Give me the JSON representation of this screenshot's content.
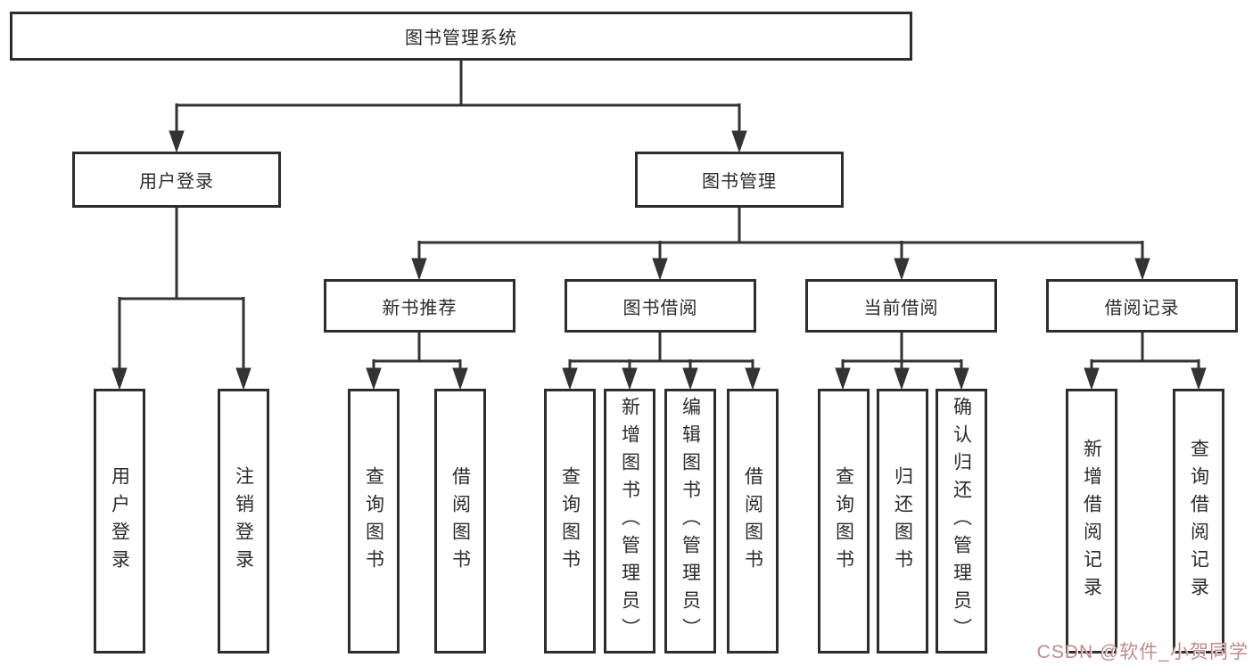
{
  "diagram": {
    "root": {
      "label": "图书管理系统"
    },
    "level2": {
      "user_login": {
        "label": "用户登录"
      },
      "book_management": {
        "label": "图书管理"
      }
    },
    "level3": {
      "new_book_recommendation": {
        "label": "新书推荐"
      },
      "book_borrowing": {
        "label": "图书借阅"
      },
      "current_borrowing": {
        "label": "当前借阅"
      },
      "borrowing_records": {
        "label": "借阅记录"
      }
    },
    "leaves": {
      "user_login": [
        "用户登录",
        "注销登录"
      ],
      "new_book": [
        "查询图书",
        "借阅图书"
      ],
      "borrowing": [
        "查询图书",
        "新增图书（管理员）",
        "编辑图书（管理员）",
        "借阅图书"
      ],
      "current": [
        "查询图书",
        "归还图书",
        "确认归还（管理员）"
      ],
      "records": [
        "新增借阅记录",
        "查询借阅记录"
      ]
    }
  },
  "watermark": {
    "text": "CSDN @软件_小贺同学"
  },
  "colors": {
    "line": "#333333",
    "box_border": "#2d2d2d",
    "text": "#2b2b2b",
    "watermark": "#c08a88",
    "background": "#ffffff"
  }
}
